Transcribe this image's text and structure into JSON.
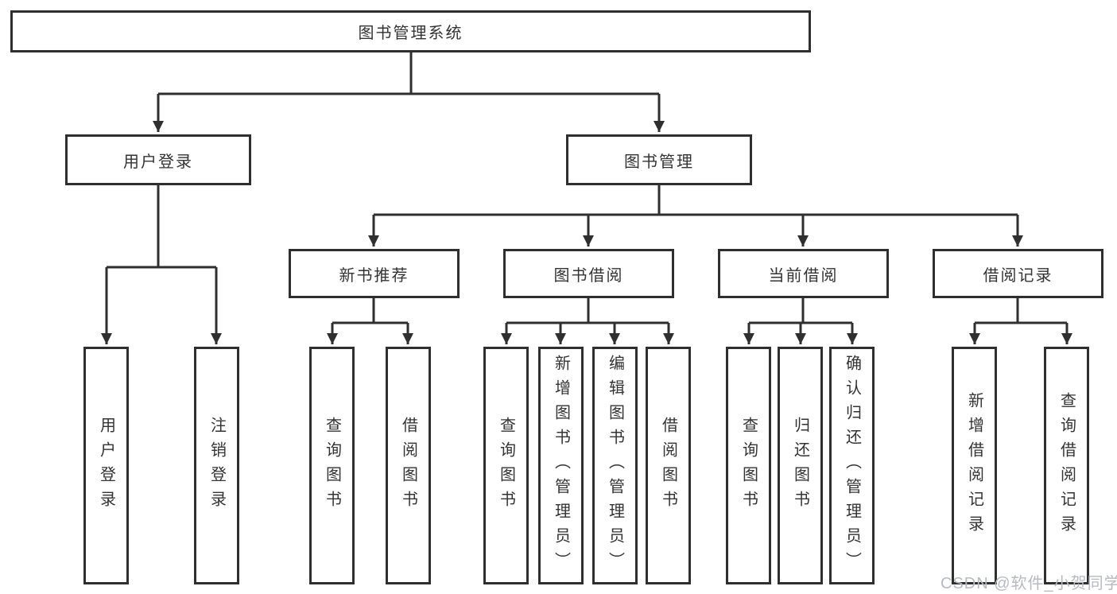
{
  "tree": {
    "label": "图书管理系统",
    "children": [
      {
        "label": "用户登录",
        "children": [
          {
            "label": "用户登录"
          },
          {
            "label": "注销登录"
          }
        ]
      },
      {
        "label": "图书管理",
        "children": [
          {
            "label": "新书推荐",
            "children": [
              {
                "label": "查询图书"
              },
              {
                "label": "借阅图书"
              }
            ]
          },
          {
            "label": "图书借阅",
            "children": [
              {
                "label": "查询图书"
              },
              {
                "label": "新增图书（管理员）"
              },
              {
                "label": "编辑图书（管理员）"
              },
              {
                "label": "借阅图书"
              }
            ]
          },
          {
            "label": "当前借阅",
            "children": [
              {
                "label": "查询图书"
              },
              {
                "label": "归还图书"
              },
              {
                "label": "确认归还（管理员）"
              }
            ]
          },
          {
            "label": "借阅记录",
            "children": [
              {
                "label": "新增借阅记录"
              },
              {
                "label": "查询借阅记录"
              }
            ]
          }
        ]
      }
    ]
  },
  "colors": {
    "line": "#2f2f2f",
    "text": "#333333",
    "box_background": "#ffffff",
    "watermark": "#b5bac2"
  },
  "watermark": {
    "text": "CSDN @软件_小贺同学"
  }
}
